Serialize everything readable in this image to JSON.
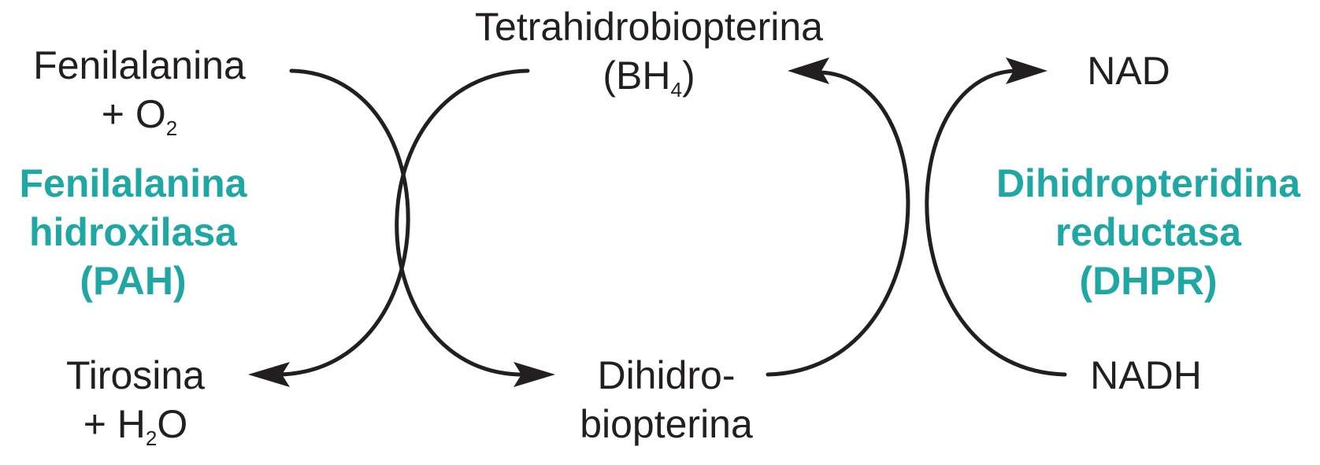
{
  "colors": {
    "text": "#231f20",
    "enzyme": "#1fa8a3",
    "arrow": "#231f20"
  },
  "compounds": {
    "phenylalanine": {
      "line1": "Fenilalanina",
      "line2_prefix": "+ O",
      "line2_sub": "2",
      "line2_suffix": ""
    },
    "tyrosine": {
      "line1": "Tirosina",
      "line2_prefix": "+ H",
      "line2_sub": "2",
      "line2_suffix": "O"
    },
    "bh4": {
      "line1": "Tetrahidrobiopterina",
      "line2_prefix": "(BH",
      "line2_sub": "4",
      "line2_suffix": ")"
    },
    "dihydrobiopterin": {
      "line1": "Dihidro-",
      "line2": "biopterina"
    },
    "nad": {
      "label": "NAD"
    },
    "nadh": {
      "label": "NADH"
    }
  },
  "enzymes": {
    "pah": {
      "line1": "Fenilalanina",
      "line2": "hidroxilasa",
      "line3": "(PAH)"
    },
    "dhpr": {
      "line1": "Dihidropteridina",
      "line2": "reductasa",
      "line3": "(DHPR)"
    }
  }
}
